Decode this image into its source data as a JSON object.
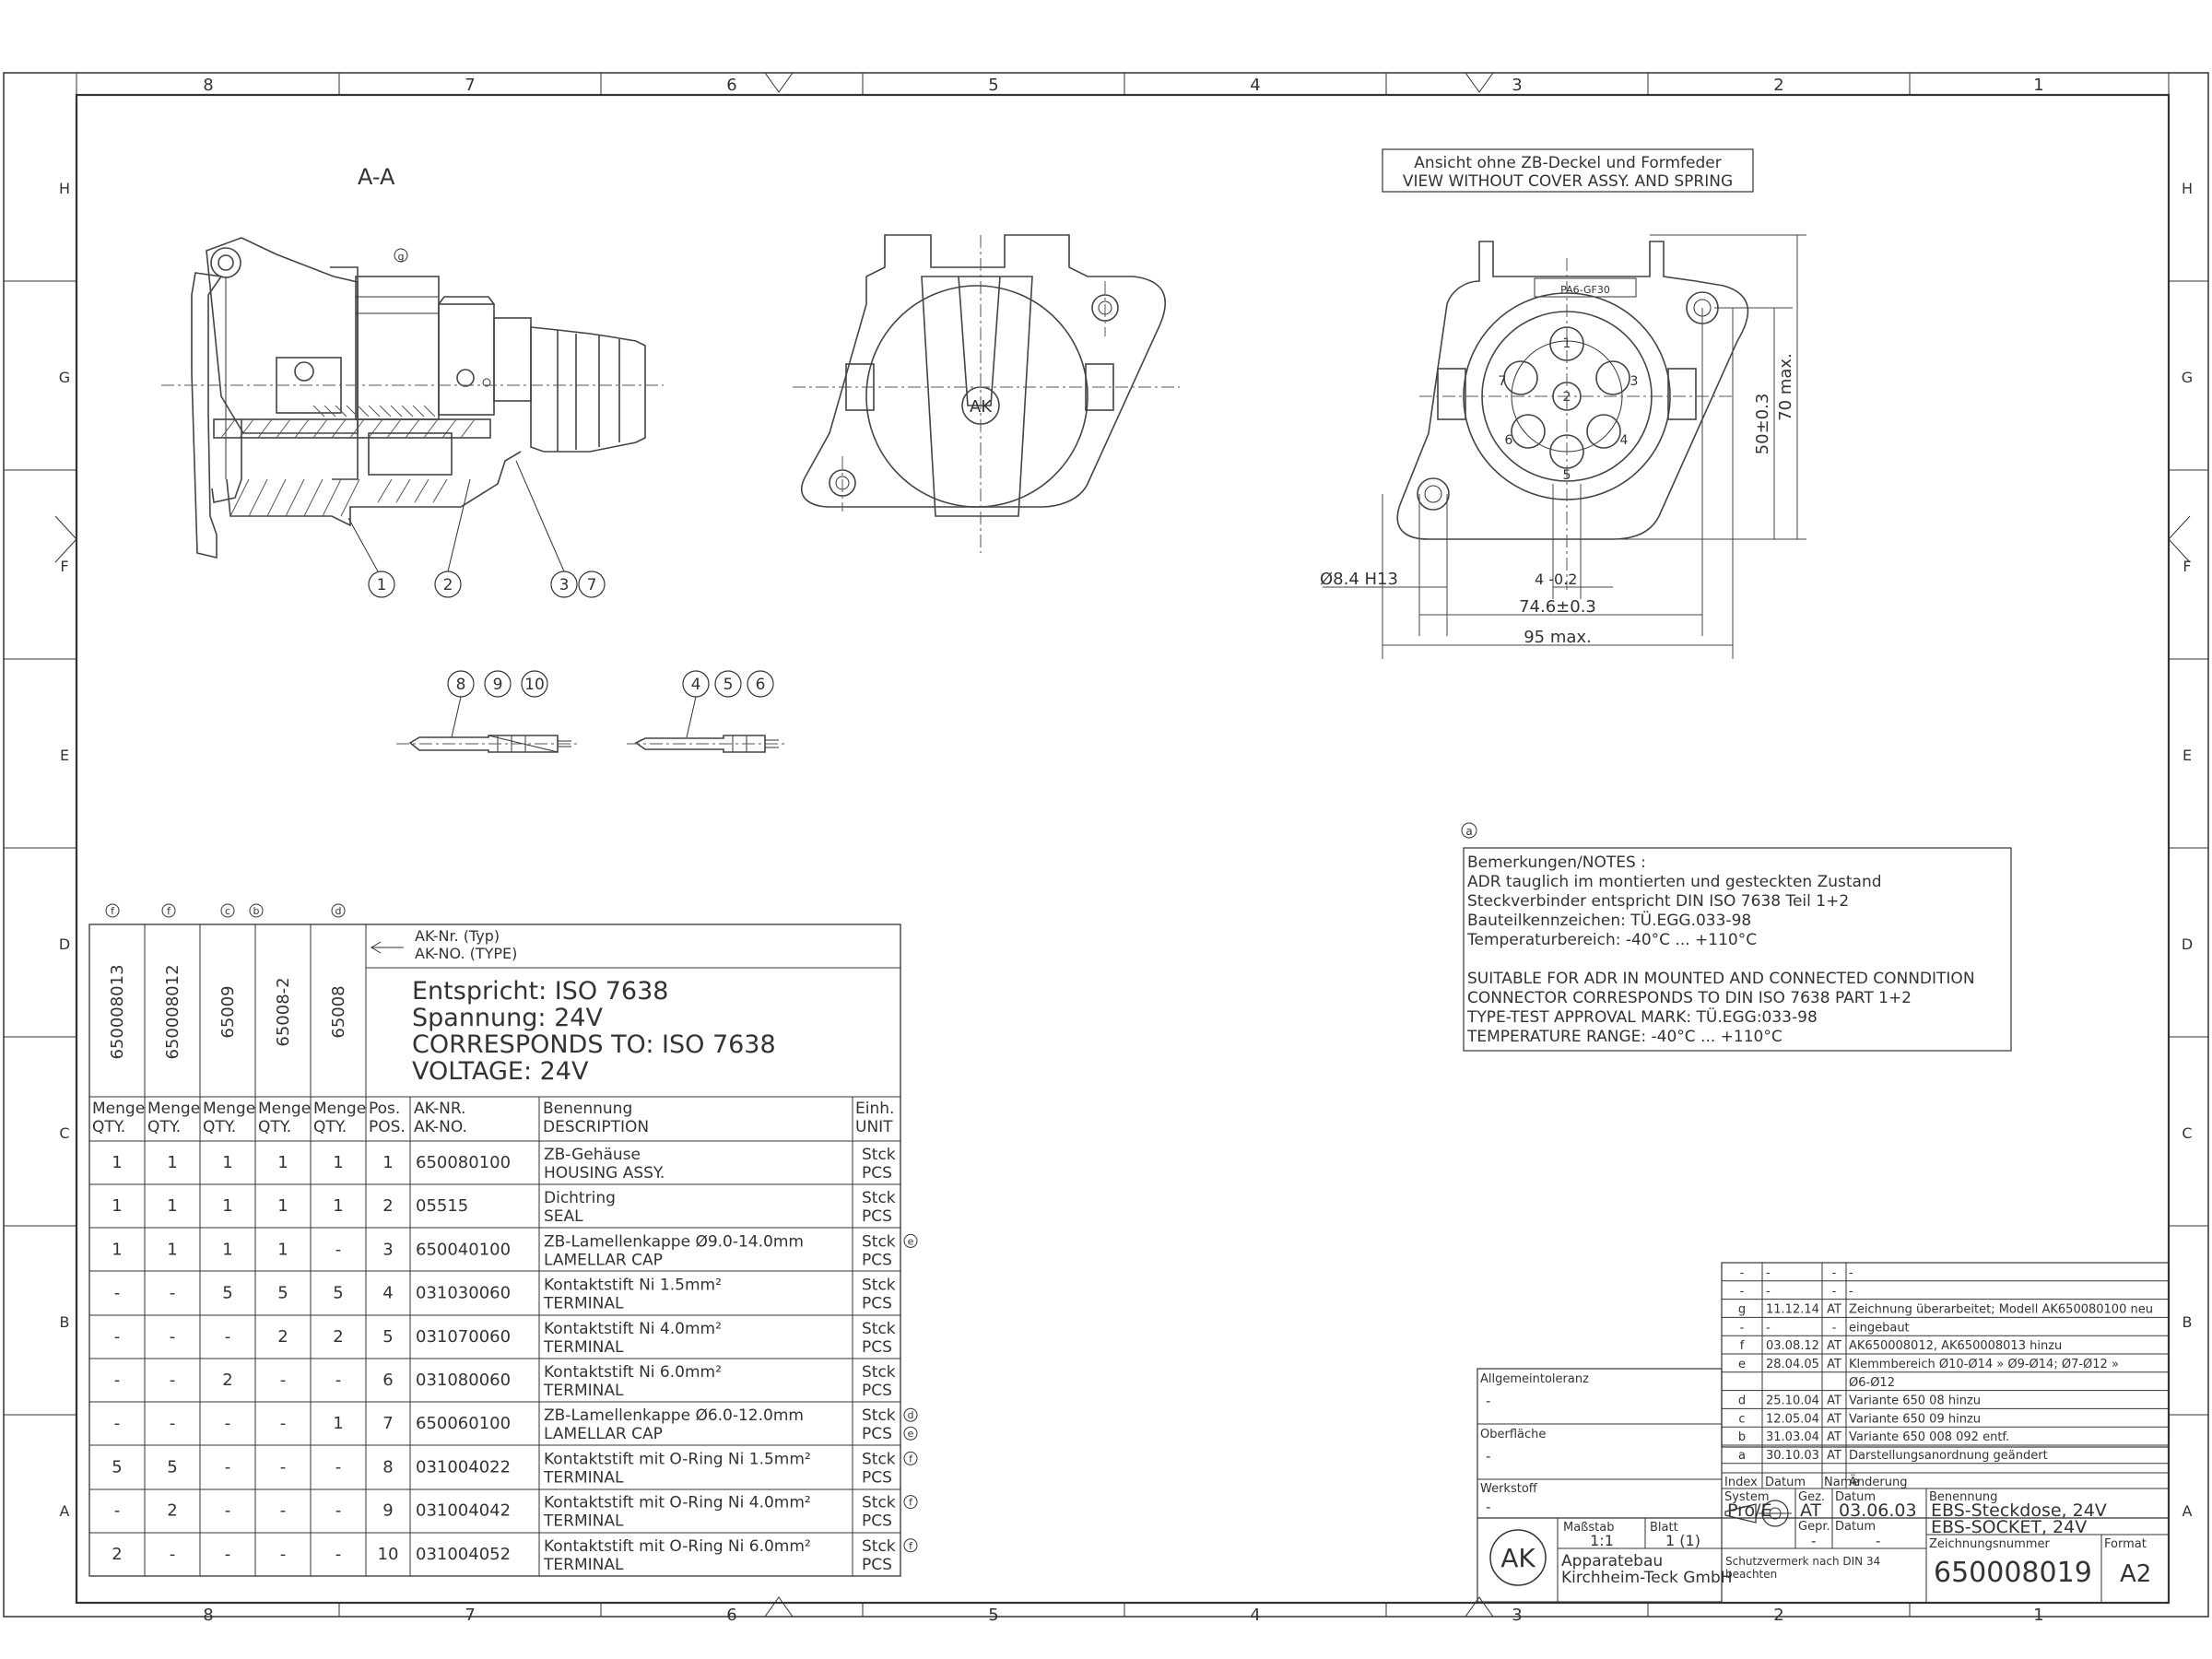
{
  "frame": {
    "columns": [
      "8",
      "7",
      "6",
      "5",
      "4",
      "3",
      "2",
      "1"
    ],
    "rows": [
      "H",
      "G",
      "F",
      "E",
      "D",
      "C",
      "B",
      "A"
    ]
  },
  "views": {
    "section_label": "A-A",
    "note_marker": "g",
    "top_view_note_de": "Ansicht ohne ZB-Deckel und Formfeder",
    "top_view_note_en": "VIEW WITHOUT COVER ASSY. AND SPRING",
    "material_label": "PA6-GF30",
    "logo_text": "AK",
    "pin_numbers": [
      "1",
      "2",
      "3",
      "4",
      "5",
      "6",
      "7"
    ]
  },
  "balloons": {
    "section": [
      "1",
      "2",
      "3",
      "7"
    ],
    "pins_a": [
      "8",
      "9",
      "10"
    ],
    "pins_b": [
      "4",
      "5",
      "6"
    ]
  },
  "dimensions": {
    "hole": "Ø8.4 H13",
    "pin_offset": "4 -0.2",
    "pitch": "74.6±0.3",
    "width": "95 max.",
    "height_a": "50±0.3",
    "height_b": "70 max."
  },
  "notes": {
    "marker": "a",
    "title": "Bemerkungen/NOTES :",
    "lines": [
      "ADR tauglich im montierten und gesteckten Zustand",
      "Steckverbinder entspricht DIN ISO 7638 Teil 1+2",
      "Bauteilkennzeichen: TÜ.EGG.033-98",
      "Temperaturbereich: -40°C ... +110°C",
      "",
      "SUITABLE FOR ADR IN MOUNTED AND CONNECTED CONNDITION",
      "CONNECTOR CORRESPONDS TO DIN ISO 7638 PART 1+2",
      "TYPE-TEST APPROVAL MARK: TÜ.EGG:033-98",
      "TEMPERATURE RANGE: -40°C ... +110°C"
    ]
  },
  "bom": {
    "variant_markers": [
      "f",
      "f",
      "c",
      "b",
      "",
      "d"
    ],
    "variants": [
      "650008013",
      "650008012",
      "65009",
      "65008-2",
      "65008"
    ],
    "ak_label_de": "AK-Nr. (Typ)",
    "ak_label_en": "AK-NO. (TYPE)",
    "spec_lines": [
      "Entspricht: ISO 7638",
      "Spannung:  24V",
      "CORRESPONDS TO: ISO 7638",
      "VOLTAGE:  24V"
    ],
    "headers": {
      "qty_de": "Menge",
      "qty_en": "QTY.",
      "pos_de": "Pos.",
      "pos_en": "POS.",
      "akno_de": "AK-NR.",
      "akno_en": "AK-NO.",
      "desc_de": "Benennung",
      "desc_en": "DESCRIPTION",
      "unit_de": "Einh.",
      "unit_en": "UNIT"
    },
    "rows": [
      {
        "q": [
          "1",
          "1",
          "1",
          "1",
          "1"
        ],
        "pos": "1",
        "ak": "650080100",
        "d1": "ZB-Gehäuse",
        "d2": "HOUSING ASSY.",
        "u1": "Stck",
        "u2": "PCS",
        "m1": "",
        "m2": ""
      },
      {
        "q": [
          "1",
          "1",
          "1",
          "1",
          "1"
        ],
        "pos": "2",
        "ak": "05515",
        "d1": "Dichtring",
        "d2": "SEAL",
        "u1": "Stck",
        "u2": "PCS",
        "m1": "",
        "m2": ""
      },
      {
        "q": [
          "1",
          "1",
          "1",
          "1",
          "-"
        ],
        "pos": "3",
        "ak": "650040100",
        "d1": "ZB-Lamellenkappe Ø9.0-14.0mm",
        "d2": "LAMELLAR CAP",
        "u1": "Stck",
        "u2": "PCS",
        "m1": "e",
        "m2": ""
      },
      {
        "q": [
          "-",
          "-",
          "5",
          "5",
          "5"
        ],
        "pos": "4",
        "ak": "031030060",
        "d1": "Kontaktstift Ni 1.5mm²",
        "d2": "TERMINAL",
        "u1": "Stck",
        "u2": "PCS",
        "m1": "",
        "m2": ""
      },
      {
        "q": [
          "-",
          "-",
          "-",
          "2",
          "2"
        ],
        "pos": "5",
        "ak": "031070060",
        "d1": "Kontaktstift Ni 4.0mm²",
        "d2": "TERMINAL",
        "u1": "Stck",
        "u2": "PCS",
        "m1": "",
        "m2": ""
      },
      {
        "q": [
          "-",
          "-",
          "2",
          "-",
          "-"
        ],
        "pos": "6",
        "ak": "031080060",
        "d1": "Kontaktstift Ni 6.0mm²",
        "d2": "TERMINAL",
        "u1": "Stck",
        "u2": "PCS",
        "m1": "",
        "m2": ""
      },
      {
        "q": [
          "-",
          "-",
          "-",
          "-",
          "1"
        ],
        "pos": "7",
        "ak": "650060100",
        "d1": "ZB-Lamellenkappe Ø6.0-12.0mm",
        "d2": "LAMELLAR CAP",
        "u1": "Stck",
        "u2": "PCS",
        "m1": "d",
        "m2": "e"
      },
      {
        "q": [
          "5",
          "5",
          "-",
          "-",
          "-"
        ],
        "pos": "8",
        "ak": "031004022",
        "d1": "Kontaktstift mit O-Ring Ni 1.5mm²",
        "d2": "TERMINAL",
        "u1": "Stck",
        "u2": "PCS",
        "m1": "f",
        "m2": ""
      },
      {
        "q": [
          "-",
          "2",
          "-",
          "-",
          "-"
        ],
        "pos": "9",
        "ak": "031004042",
        "d1": "Kontaktstift mit O-Ring Ni 4.0mm²",
        "d2": "TERMINAL",
        "u1": "Stck",
        "u2": "PCS",
        "m1": "f",
        "m2": ""
      },
      {
        "q": [
          "2",
          "-",
          "-",
          "-",
          "-"
        ],
        "pos": "10",
        "ak": "031004052",
        "d1": "Kontaktstift mit O-Ring Ni 6.0mm²",
        "d2": "TERMINAL",
        "u1": "Stck",
        "u2": "PCS",
        "m1": "f",
        "m2": ""
      }
    ]
  },
  "revisions": [
    {
      "idx": "-",
      "date": "-",
      "by": "-",
      "text": "-"
    },
    {
      "idx": "-",
      "date": "-",
      "by": "-",
      "text": "-"
    },
    {
      "idx": "g",
      "date": "11.12.14",
      "by": "AT",
      "text": "Zeichnung überarbeitet; Modell AK650080100 neu"
    },
    {
      "idx": "-",
      "date": "-",
      "by": "-",
      "text": "eingebaut"
    },
    {
      "idx": "f",
      "date": "03.08.12",
      "by": "AT",
      "text": "AK650008012, AK650008013 hinzu"
    },
    {
      "idx": "e",
      "date": "28.04.05",
      "by": "AT",
      "text": "Klemmbereich Ø10-Ø14 » Ø9-Ø14; Ø7-Ø12 »"
    },
    {
      "idx": "",
      "date": "",
      "by": "",
      "text": "Ø6-Ø12"
    },
    {
      "idx": "d",
      "date": "25.10.04",
      "by": "AT",
      "text": "Variante 650 08 hinzu"
    },
    {
      "idx": "c",
      "date": "12.05.04",
      "by": "AT",
      "text": "Variante 650 09 hinzu"
    },
    {
      "idx": "b",
      "date": "31.03.04",
      "by": "AT",
      "text": "Variante 650 008 092 entf."
    },
    {
      "idx": "a",
      "date": "30.10.03",
      "by": "AT",
      "text": "Darstellungsanordnung geändert"
    }
  ],
  "title_block": {
    "rev_header": {
      "idx": "Index",
      "date": "Datum",
      "name": "Name",
      "change": "Änderung"
    },
    "general_tol_label": "Allgemeintoleranz",
    "general_tol_value": "-",
    "surface_label": "Oberfläche",
    "surface_value": "-",
    "material_label": "Werkstoff",
    "material_value": "-",
    "system_label": "System",
    "system_value": "Pro/E",
    "drawn_label": "Gez.",
    "drawn_value": "AT",
    "date_label": "Datum",
    "date_value": "03.06.03",
    "checked_label": "Gepr.",
    "checked_value": "-",
    "date2_label": "Datum",
    "date2_value": "-",
    "scale_label": "Maßstab",
    "scale_value": "1:1",
    "sheet_label": "Blatt",
    "sheet_value": "1 (1)",
    "name_label": "Benennung",
    "name_de": "EBS-Steckdose, 24V",
    "name_en": "EBS-SOCKET, 24V",
    "number_label": "Zeichnungsnummer",
    "number_value": "650008019",
    "format_label": "Format",
    "format_value": "A2",
    "company_1": "Apparatebau",
    "company_2": "Kirchheim-Teck GmbH",
    "protection_1": "Schutzvermerk nach DIN 34",
    "protection_2": "beachten",
    "logo": "AK"
  }
}
